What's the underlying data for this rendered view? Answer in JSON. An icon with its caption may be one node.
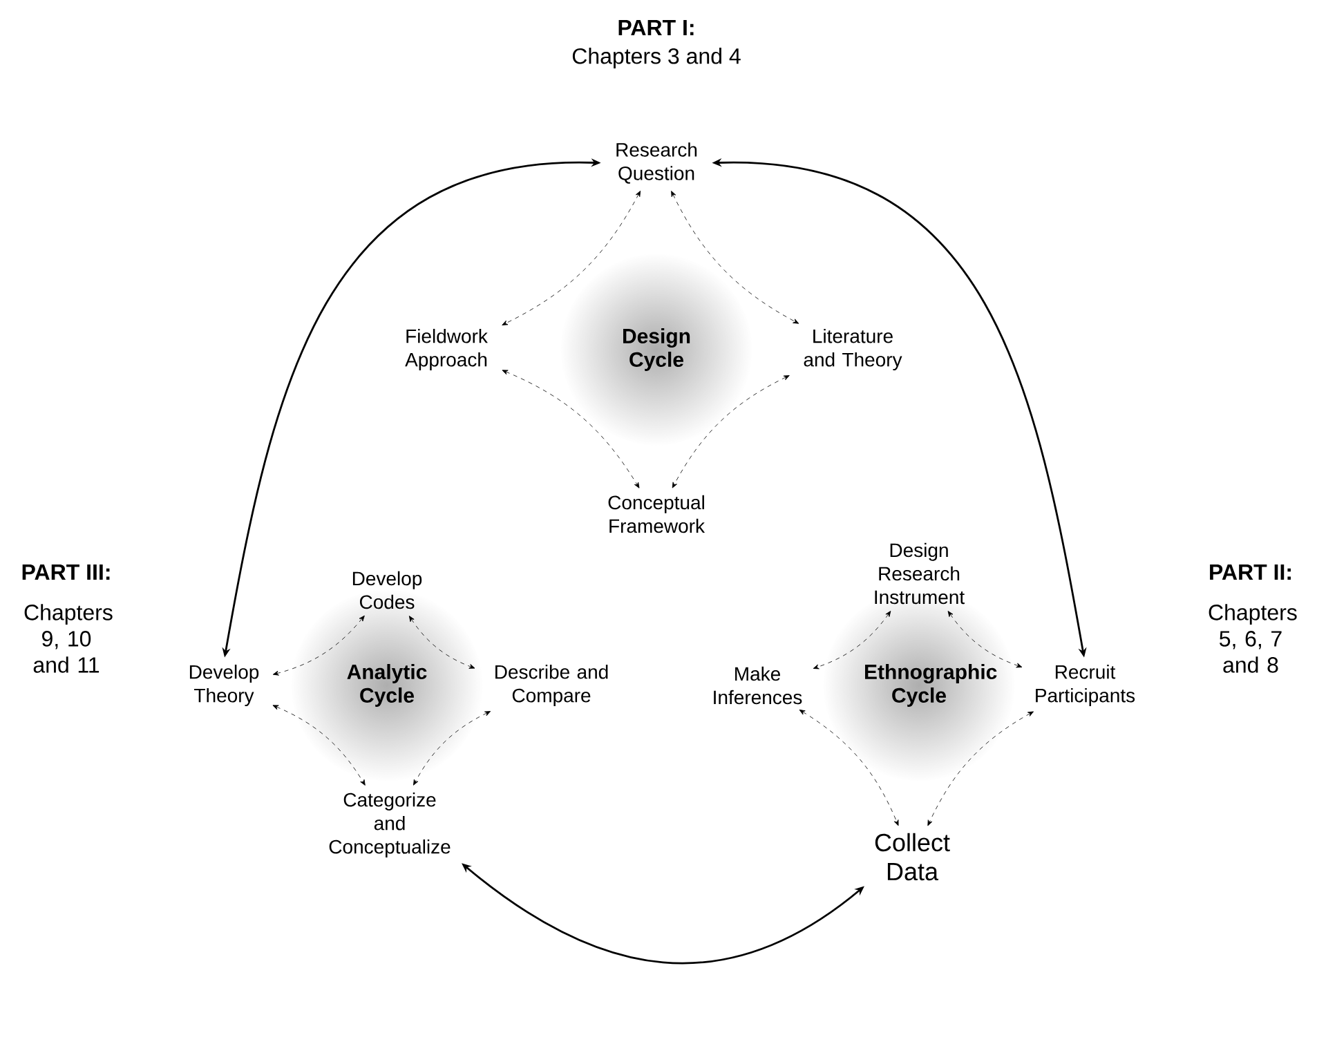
{
  "diagram": {
    "nodes": [
      {
        "text": [
          "Research Question"
        ]
      },
      {
        "text": [
          "Fieldwork Approach"
        ]
      },
      {
        "text": [
          "Design Cycle"
        ]
      },
      {
        "text": [
          "Literature and Theory"
        ]
      },
      {
        "text": [
          "Conceptual Framework"
        ]
      },
      {
        "text": [
          "Develop Codes"
        ]
      },
      {
        "text": [
          "Develop Theory"
        ]
      },
      {
        "text": [
          "Analytic Cycle"
        ]
      },
      {
        "text": [
          "Describe and Compare"
        ]
      },
      {
        "text": [
          "Categorize and Conceptualize"
        ]
      },
      {
        "text": [
          "Design Research Instrument"
        ]
      },
      {
        "text": [
          "Make Inferences"
        ]
      },
      {
        "text": [
          "Ethnographic Cycle"
        ]
      },
      {
        "text": [
          "Recruit Participants"
        ]
      },
      {
        "text": [
          "Collect Data"
        ]
      }
    ],
    "edges": [
      {
        "from": 0,
        "to": 6,
        "arrow": "both"
      },
      {
        "from": 0,
        "to": 13,
        "arrow": "both"
      },
      {
        "from": 9,
        "to": 14,
        "arrow": "both"
      },
      {
        "from": 0,
        "to": 1,
        "arrow": "both",
        "style": "dashed"
      },
      {
        "from": 0,
        "to": 3,
        "arrow": "both",
        "style": "dashed"
      },
      {
        "from": 1,
        "to": 4,
        "arrow": "both",
        "style": "dashed"
      },
      {
        "from": 3,
        "to": 4,
        "arrow": "both",
        "style": "dashed"
      },
      {
        "from": 5,
        "to": 6,
        "arrow": "both",
        "style": "dashed"
      },
      {
        "from": 5,
        "to": 8,
        "arrow": "both",
        "style": "dashed"
      },
      {
        "from": 6,
        "to": 9,
        "arrow": "both",
        "style": "dashed"
      },
      {
        "from": 8,
        "to": 9,
        "arrow": "both",
        "style": "dashed"
      },
      {
        "from": 10,
        "to": 11,
        "arrow": "both",
        "style": "dashed"
      },
      {
        "from": 10,
        "to": 13,
        "arrow": "both",
        "style": "dashed"
      },
      {
        "from": 11,
        "to": 14,
        "arrow": "both",
        "style": "dashed"
      },
      {
        "from": 13,
        "to": 14,
        "arrow": "both",
        "style": "dashed"
      }
    ],
    "labels": [
      "PART I:",
      "Chapters 3 and 4",
      "PART III:",
      "Chapters 9, 10 and 11",
      "PART II:",
      "Chapters 5, 6, 7 and 8"
    ]
  }
}
